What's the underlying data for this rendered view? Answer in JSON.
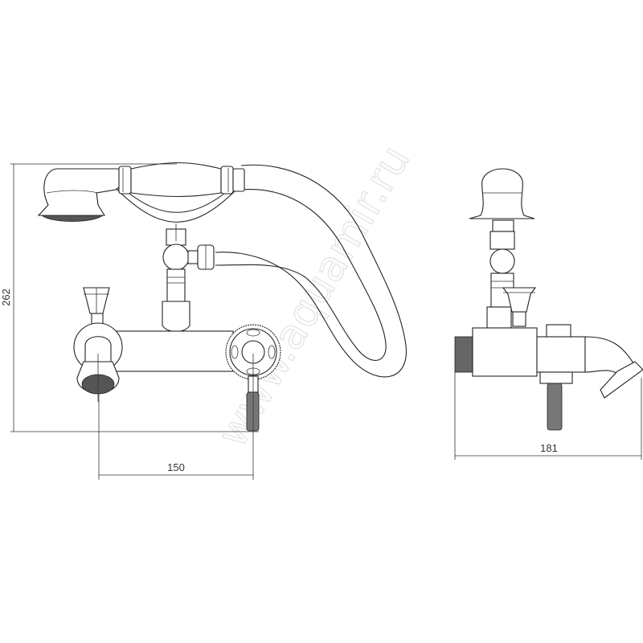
{
  "drawing": {
    "front_view": {
      "height_dimension": "262",
      "spacing_dimension": "150"
    },
    "side_view": {
      "depth_dimension": "181"
    },
    "watermark": "www.aquamir.ru",
    "line_color": "#222222",
    "background": "#ffffff"
  }
}
